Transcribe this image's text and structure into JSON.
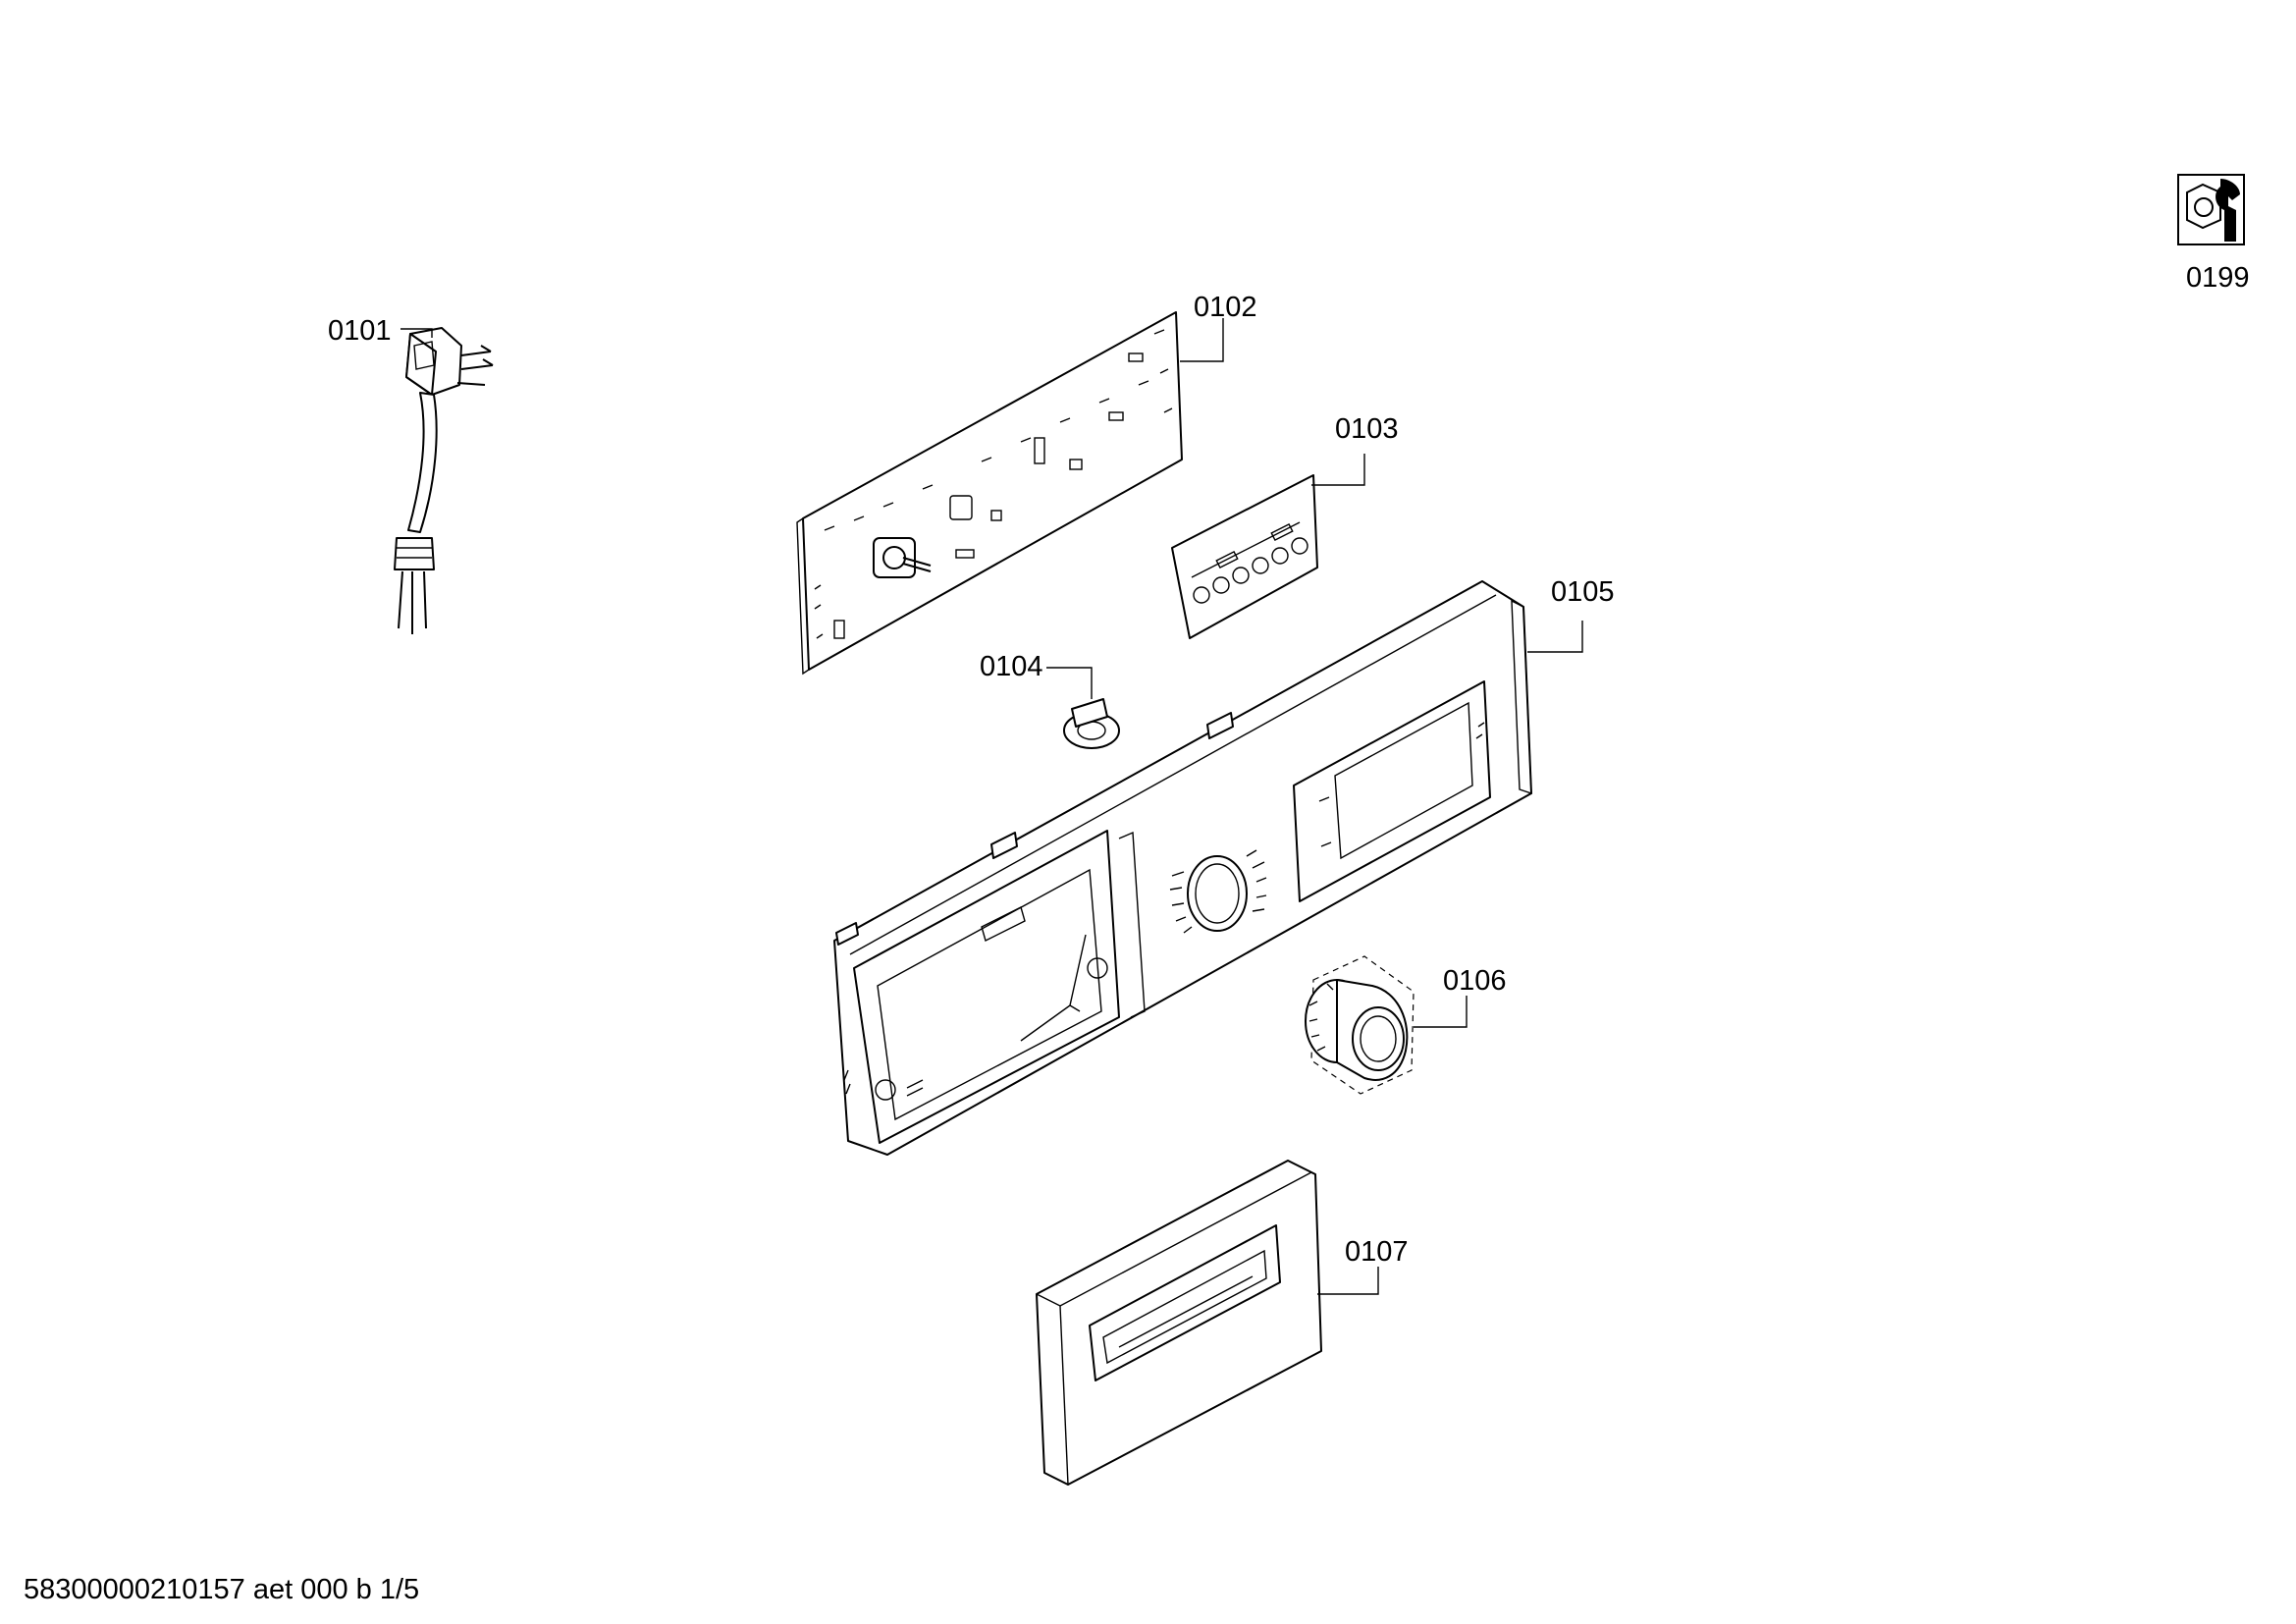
{
  "labels": {
    "p0101": "0101",
    "p0102": "0102",
    "p0103": "0103",
    "p0104": "0104",
    "p0105": "0105",
    "p0106": "0106",
    "p0107": "0107",
    "p0199": "0199"
  },
  "footer": "58300000210157 aet 000 b 1/5",
  "icons": {
    "service": "tools-icon"
  }
}
